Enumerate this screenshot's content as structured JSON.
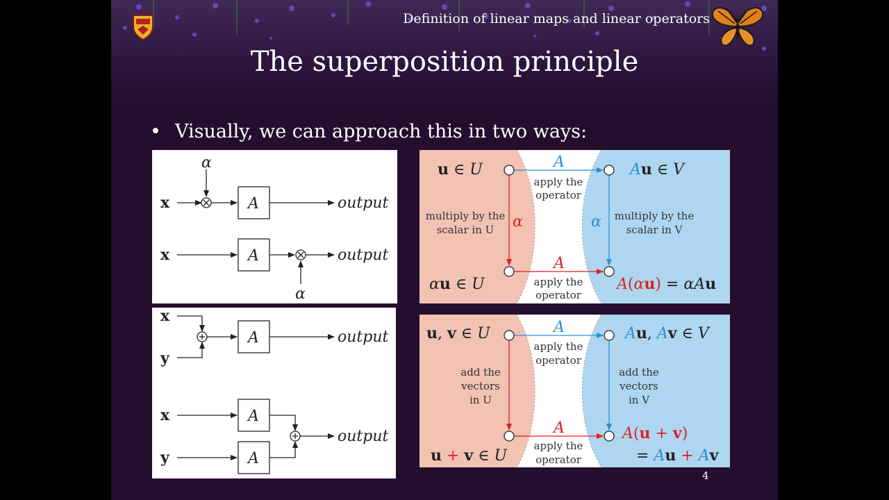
{
  "header": {
    "section_title": "Definition of linear maps and linear operators"
  },
  "slide": {
    "title": "The superposition principle",
    "bullet_symbol": "•",
    "bullet": "Visually, we can approach this in two ways:",
    "page_number": "4"
  },
  "block_diagrams": {
    "scalar": {
      "row1": {
        "input": "x",
        "alpha": "α",
        "operator": "A",
        "output": "output"
      },
      "row2": {
        "input": "x",
        "alpha": "α",
        "operator": "A",
        "output": "output"
      }
    },
    "addition": {
      "row1": {
        "input_x": "x",
        "input_y": "y",
        "operator": "A",
        "output": "output"
      },
      "row2": {
        "input_x": "x",
        "input_y": "y",
        "operator_top": "A",
        "operator_bottom": "A",
        "output": "output"
      }
    }
  },
  "commutative_diagrams": {
    "scalar": {
      "top_left": {
        "vec": "u",
        "sym": " ∈ ",
        "set": "U"
      },
      "top_right": {
        "op": "A",
        "vec": "u",
        "sym": " ∈ ",
        "set": "V"
      },
      "bottom_left": {
        "scalar": "α",
        "vec": "u",
        "sym": " ∈ ",
        "set": "U"
      },
      "bottom_right": {
        "op": "A",
        "open": "(",
        "scalar": "α",
        "vec": "u",
        "close": ")",
        "eq": " = ",
        "scalar2": "α",
        "op2": "A",
        "vec2": "u"
      },
      "top_arrow_label": "A",
      "bottom_arrow_label": "A",
      "apply_top": [
        "apply the",
        "operator"
      ],
      "apply_bottom": [
        "apply the",
        "operator"
      ],
      "left_arrow_label": "α",
      "right_arrow_label": "α",
      "left_text": [
        "multiply by the",
        "scalar in U"
      ],
      "right_text": [
        "multiply by the",
        "scalar in V"
      ]
    },
    "addition": {
      "top_left": {
        "vec1": "u",
        "comma": ", ",
        "vec2": "v",
        "sym": " ∈ ",
        "set": "U"
      },
      "top_right": {
        "op1": "A",
        "vec1": "u",
        "comma": ", ",
        "op2": "A",
        "vec2": "v",
        "sym": " ∈ ",
        "set": "V"
      },
      "bottom_left": {
        "vec1": "u",
        "plus": " + ",
        "vec2": "v",
        "sym": " ∈ ",
        "set": "U"
      },
      "bottom_right_line1": {
        "op": "A",
        "open": "(",
        "vec1": "u",
        "plus": " + ",
        "vec2": "v",
        "close": ")"
      },
      "bottom_right_line2": {
        "eq": "= ",
        "op1": "A",
        "vec1": "u",
        "plus": " + ",
        "op2": "A",
        "vec2": "v"
      },
      "top_arrow_label": "A",
      "bottom_arrow_label": "A",
      "apply_top": [
        "apply the",
        "operator"
      ],
      "apply_bottom": [
        "apply the",
        "operator"
      ],
      "left_text": [
        "add the",
        "vectors",
        "in U"
      ],
      "right_text": [
        "add the",
        "vectors",
        "in V"
      ]
    }
  },
  "colors": {
    "slide_background": "#250d2e",
    "left_region": "#f2c2b2",
    "right_region": "#aed6f0",
    "red": "#dd2222",
    "blue": "#2a8fd4"
  }
}
